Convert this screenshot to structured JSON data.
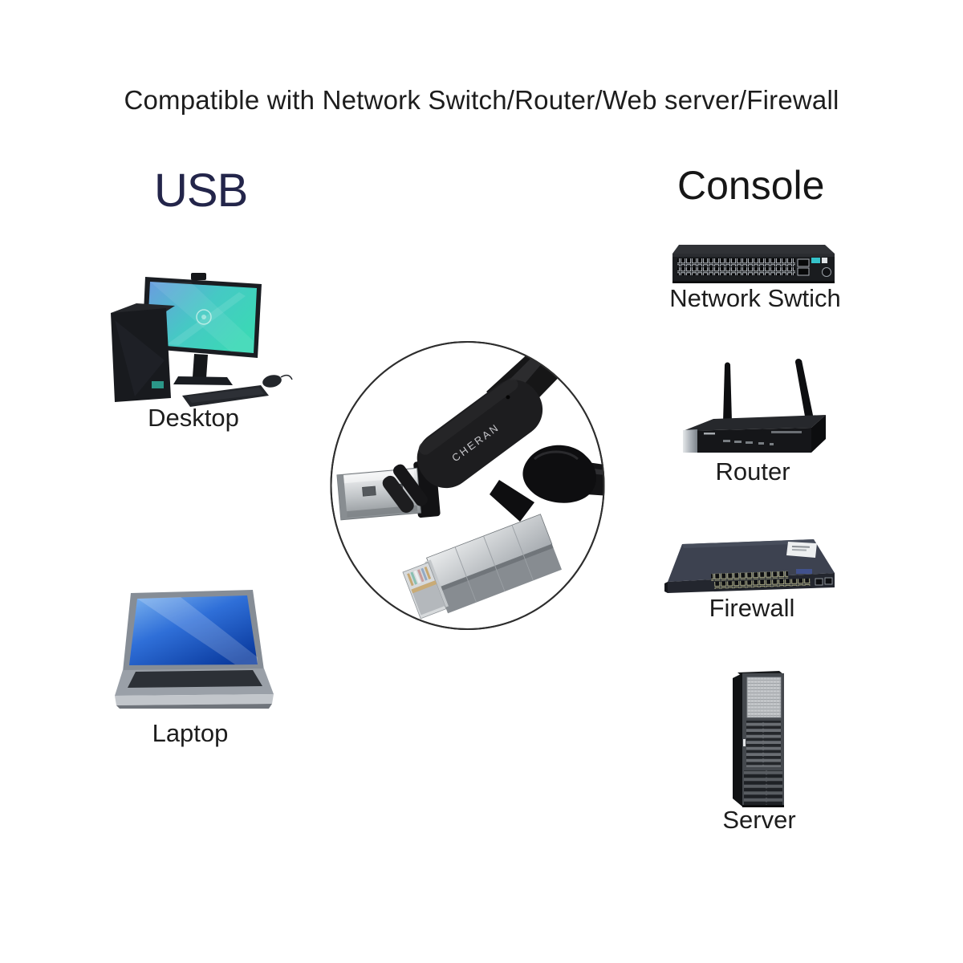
{
  "page": {
    "title": "Compatible with Network Switch/Router/Web server/Firewall",
    "background_color": "#ffffff",
    "title_color": "#1d1d1d"
  },
  "usb_column": {
    "heading": "USB",
    "heading_color": "#23254a",
    "devices": [
      {
        "id": "desktop",
        "label": "Desktop"
      },
      {
        "id": "laptop",
        "label": "Laptop"
      }
    ]
  },
  "console_column": {
    "heading": "Console",
    "heading_color": "#161616",
    "devices": [
      {
        "id": "network-switch",
        "label": "Network Swtich"
      },
      {
        "id": "router",
        "label": "Router"
      },
      {
        "id": "firewall",
        "label": "Firewall"
      },
      {
        "id": "server",
        "label": "Server"
      }
    ]
  },
  "cable": {
    "description": "USB-A to RJ45 console cable shown inside magnifier circle",
    "brand_text": "CHERAN"
  },
  "colors": {
    "label_color": "#1d1d1d",
    "monitor_screen_gradient": [
      "#6b9ce0",
      "#3bd8b6"
    ],
    "laptop_screen_gradient": [
      "#7db4f0",
      "#0a3a9e"
    ],
    "device_black": "#17191d",
    "firewall_slate": "#3d4250",
    "metal_silver": "#c2c6c9",
    "switch_indicator_teal": "#35c2c9"
  }
}
